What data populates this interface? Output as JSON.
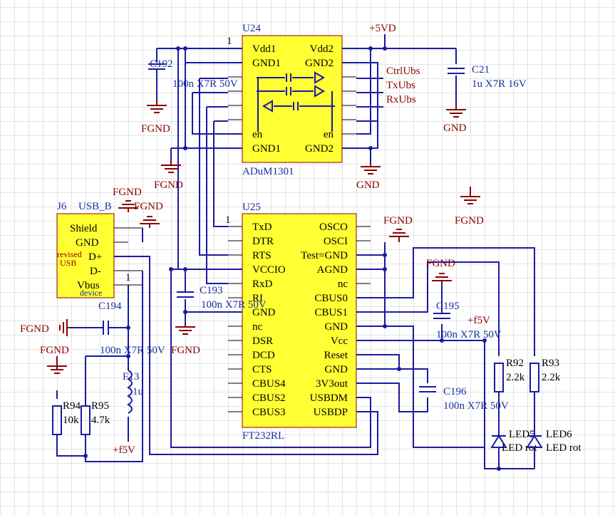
{
  "u24": {
    "ref": "U24",
    "part": "ADuM1301",
    "pin_num": "1",
    "left_pins": [
      "Vdd1",
      "GND1",
      "",
      "",
      "",
      "",
      "en",
      "GND1"
    ],
    "right_pins": [
      "Vdd2",
      "GND2",
      "",
      "",
      "",
      "",
      "en",
      "GND2"
    ]
  },
  "u25": {
    "ref": "U25",
    "part": "FT232RL",
    "pin_num": "1",
    "left_pins": [
      "TxD",
      "DTR",
      "RTS",
      "VCCIO",
      "RxD",
      "RI",
      "GND",
      "nc",
      "DSR",
      "DCD",
      "CTS",
      "CBUS4",
      "CBUS2",
      "CBUS3"
    ],
    "right_pins": [
      "OSCO",
      "OSCI",
      "Test=GND",
      "AGND",
      "nc",
      "CBUS0",
      "CBUS1",
      "GND",
      "Vcc",
      "Reset",
      "GND",
      "3V3out",
      "USBDM",
      "USBDP"
    ]
  },
  "j6": {
    "ref": "J6",
    "type": "USB_B",
    "pins": [
      "Shield",
      "GND",
      "D+",
      "D-",
      "Vbus"
    ],
    "note": "revised\nUSB",
    "note_line1": "revised",
    "note_line2": "USB",
    "subtitle": "device",
    "pin_num": "1"
  },
  "nets": {
    "p5vd": "+5VD",
    "ctrl": "CtrlUbs",
    "tx": "TxUbs",
    "rx": "RxUbs",
    "fgnd": "FGND",
    "gnd": "GND",
    "pf5v": "+f5V"
  },
  "parts": {
    "c192": {
      "ref": "C192",
      "value": "100n X7R 50V"
    },
    "c21": {
      "ref": "C21",
      "value": "1u X7R 16V"
    },
    "c193": {
      "ref": "C193",
      "value": "100n X7R 50V"
    },
    "c194": {
      "ref": "C194",
      "value": "100n X7R 50V"
    },
    "c195": {
      "ref": "C195",
      "value": "100n X7R 50V"
    },
    "c196": {
      "ref": "C196",
      "value": "100n X7R 50V"
    },
    "f13": {
      "ref": "F13",
      "value": "1u"
    },
    "r94": {
      "ref": "R94",
      "value": "10k"
    },
    "r95": {
      "ref": "R95",
      "value": "4.7k"
    },
    "r92": {
      "ref": "R92",
      "value": "2.2k"
    },
    "r93": {
      "ref": "R93",
      "value": "2.2k"
    },
    "led5": {
      "ref": "LED5",
      "value": "LED rot"
    },
    "led6": {
      "ref": "LED6",
      "value": "LED rot"
    }
  },
  "colors": {
    "wire": "#1a1aa0",
    "label": "#1a2fa0",
    "ground": "#8b0000",
    "component_fill": "#ffff33",
    "grid": "#c8c8c8"
  }
}
